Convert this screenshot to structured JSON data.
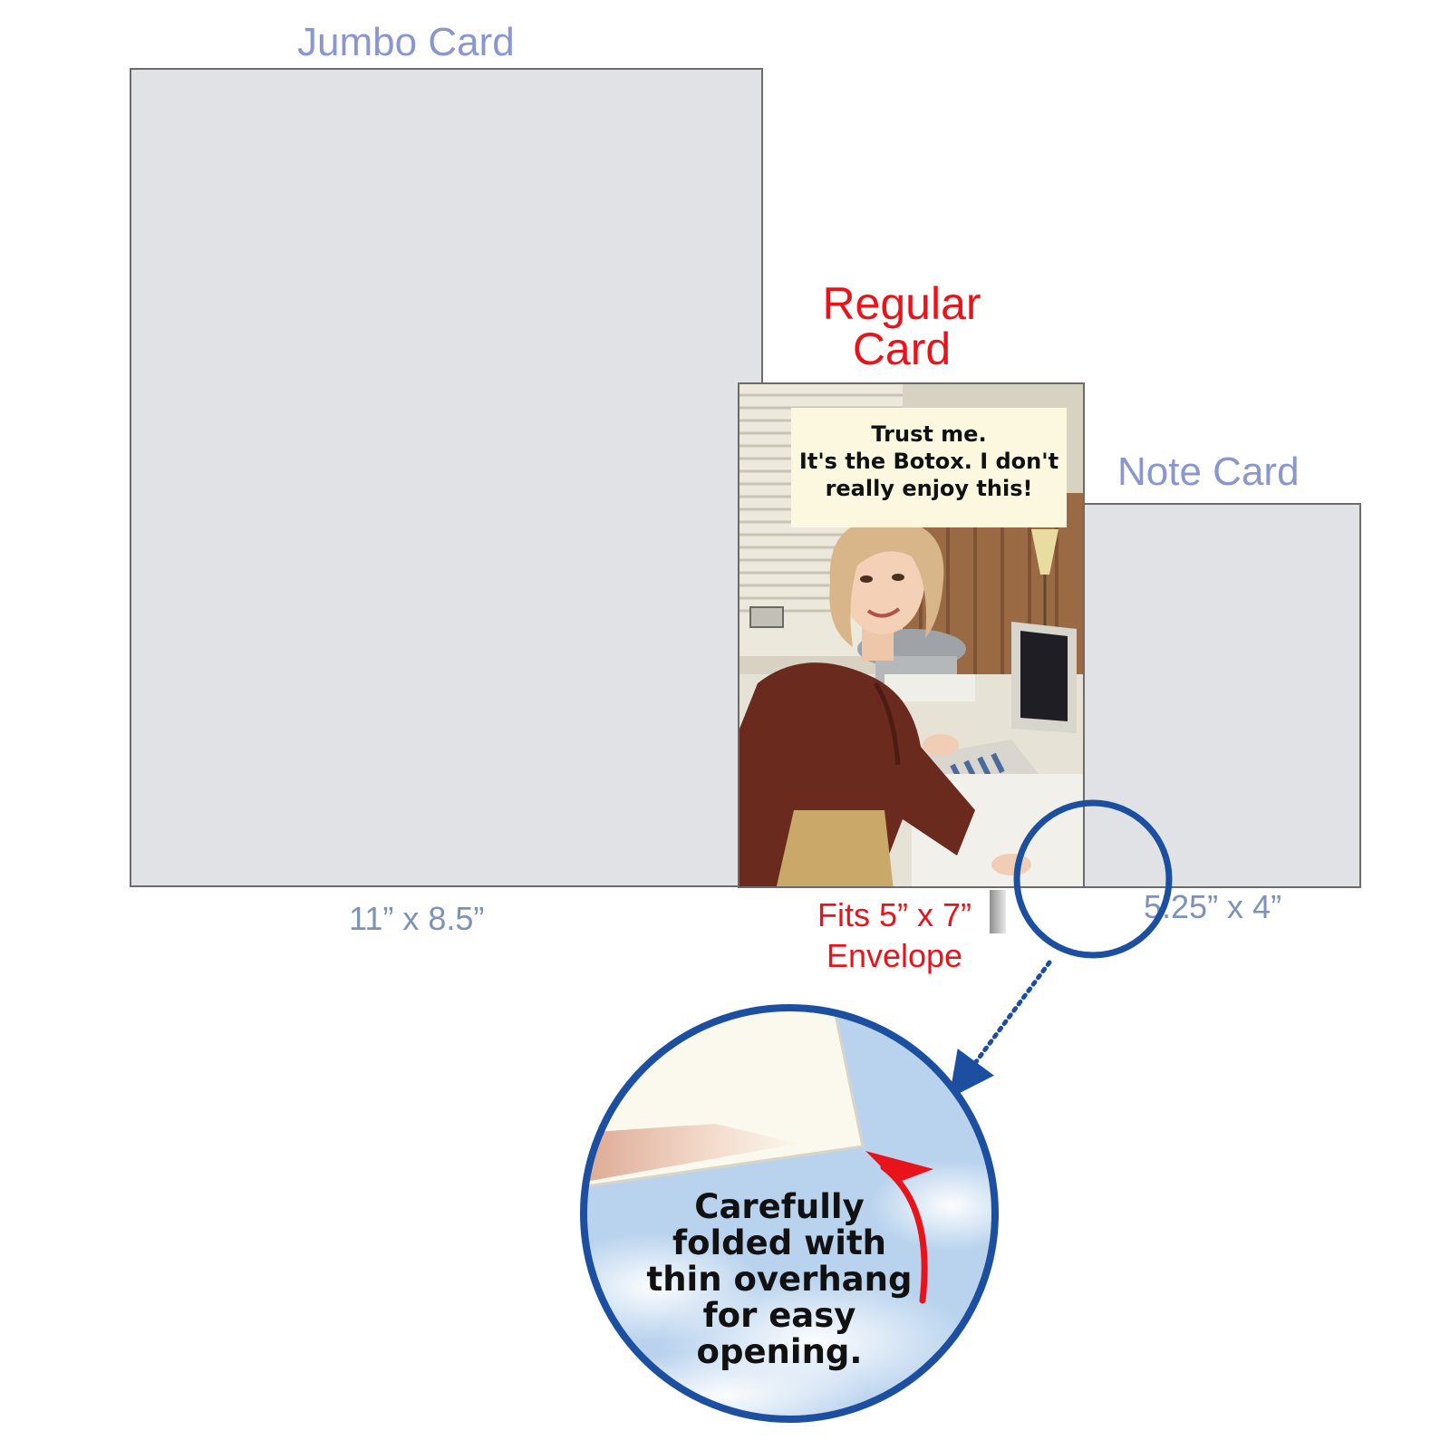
{
  "jumbo": {
    "title": "Jumbo Card",
    "size": "11” x  8.5”"
  },
  "regular": {
    "title_line1": "Regular",
    "title_line2": "Card",
    "size_line1": "Fits 5” x 7”",
    "size_line2": "Envelope",
    "caption": [
      "Trust me.",
      "It's the Botox. I don't",
      "really enjoy this!"
    ]
  },
  "note": {
    "title": "Note Card",
    "size": "5.25” x 4”"
  },
  "zoom": {
    "text": [
      "Carefully",
      "folded with",
      "thin overhang",
      "for easy",
      "opening."
    ]
  },
  "colors": {
    "card_fill": "#e1e2e6",
    "label_blue": "#8a97cf",
    "dimension_blue": "#7d92b8",
    "accent_red": "#e8141c",
    "circle_blue": "#1c4fa0",
    "caption_bg": "#fbf8df"
  }
}
